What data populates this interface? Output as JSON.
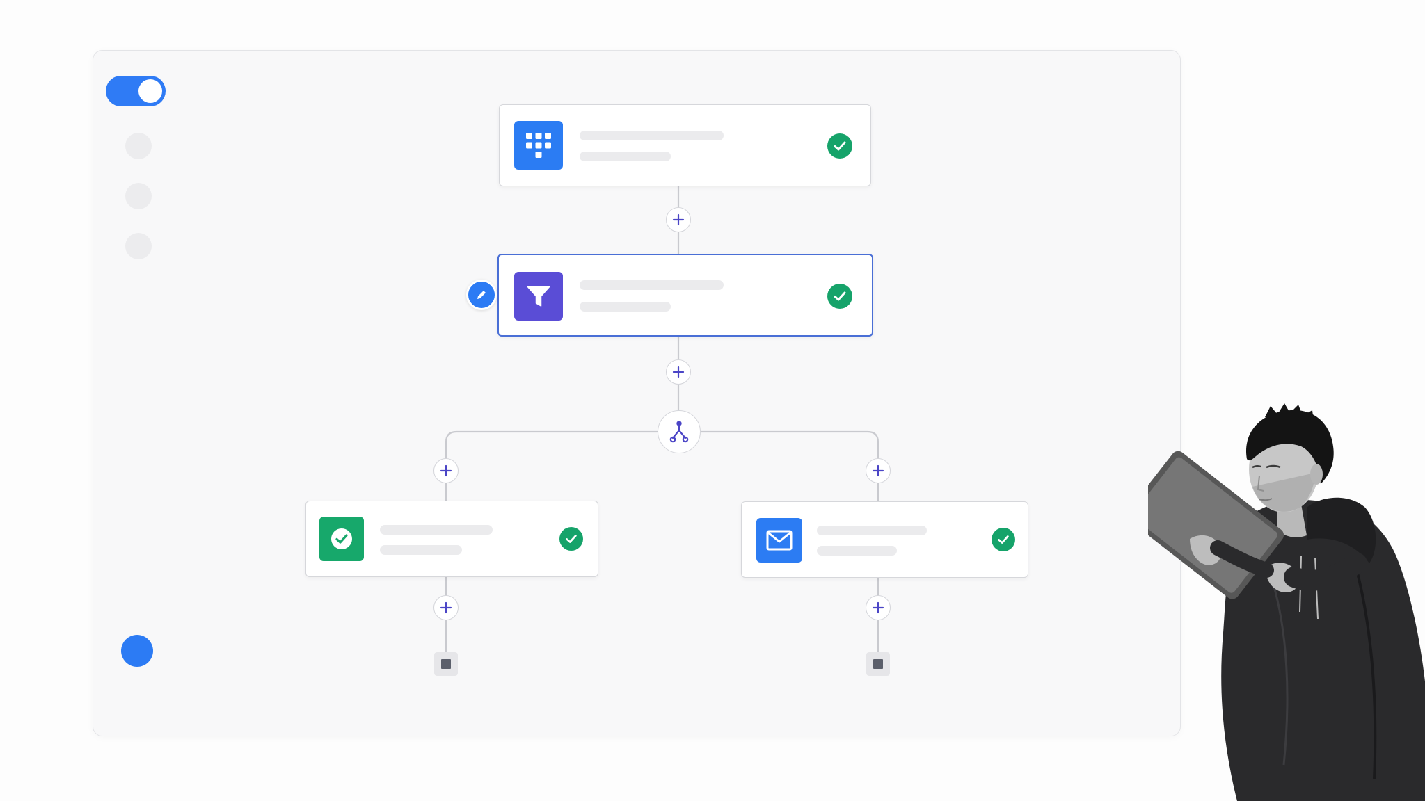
{
  "sidebar": {
    "toggle": {
      "state": "on"
    },
    "nav_icons": [
      "nav-placeholder",
      "nav-placeholder",
      "nav-placeholder"
    ],
    "user_avatar": "avatar-dot"
  },
  "workflow": {
    "nodes": [
      {
        "id": "trigger",
        "icon": "grid-apps-icon",
        "color": "#2b7cf3",
        "status": "complete"
      },
      {
        "id": "filter",
        "icon": "funnel-icon",
        "color": "#5a4dd6",
        "status": "complete",
        "selected": true
      },
      {
        "id": "approve",
        "icon": "check-circle-icon",
        "color": "#17a86b",
        "status": "complete"
      },
      {
        "id": "email",
        "icon": "mail-icon",
        "color": "#2c7cf3",
        "status": "complete"
      }
    ],
    "branch_icon": "branch-split-icon",
    "add_step_icon": "plus-icon",
    "end_icon": "stop-icon",
    "edit_icon": "pencil-icon"
  },
  "colors": {
    "accent": "#2c7bf4",
    "success": "#16a36a",
    "connector": "#c9cacf",
    "plus": "#4b45c6"
  },
  "illustration": "person-holding-tablet"
}
